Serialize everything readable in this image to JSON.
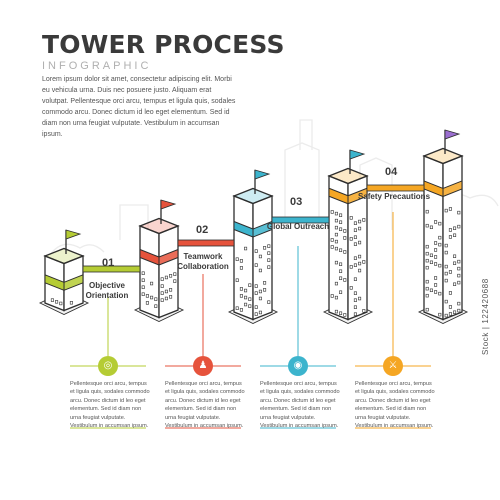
{
  "header": {
    "title": "TOWER PROCESS",
    "subtitle": "INFOGRAPHIC",
    "intro": "Lorem ipsum dolor sit amet, consectetur adipiscing elit. Morbi eu vehicula urna. Duis nec posuere justo. Aliquam erat volutpat. Pellentesque orci arcu, tempus et ligula quis, sodales commodo arcu. Donec dictum id leo eget elementum. Sed id diam non urna feugiat vulputate. Vestibulum in accumsan ipsum."
  },
  "side_text": "Stock | 122420688",
  "steps": [
    {
      "number": "01",
      "label": "Objective Orientation",
      "color": "#b5cc34",
      "icon": "target-icon",
      "description": "Pellentesque orci arcu, tempus et ligula quis, sodales commodo arcu. Donec dictum id leo eget elementum. Sed id diam non urna feugiat vulputate. Vestibulum in accumsan ipsum."
    },
    {
      "number": "02",
      "label": "Teamwork Collaboration",
      "color": "#e6533c",
      "icon": "team-icon",
      "description": "Pellentesque orci arcu, tempus et ligula quis, sodales commodo arcu. Donec dictum id leo eget elementum. Sed id diam non urna feugiat vulputate. Vestibulum in accumsan ipsum."
    },
    {
      "number": "03",
      "label": "Global Outreach",
      "color": "#3cb4cd",
      "icon": "globe-icon",
      "description": "Pellentesque orci arcu, tempus et ligula quis, sodales commodo arcu. Donec dictum id leo eget elementum. Sed id diam non urna feugiat vulputate. Vestibulum in accumsan ipsum."
    },
    {
      "number": "04",
      "label": "Safety Precautions",
      "color": "#f5a623",
      "icon": "shield-icon",
      "description": "Pellentesque orci arcu, tempus et ligula quis, sodales commodo arcu. Donec dictum id leo eget elementum. Sed id diam non urna feugiat vulputate. Vestibulum in accumsan ipsum."
    }
  ],
  "tower_colors": [
    "#b5cc34",
    "#e6533c",
    "#3cb4cd",
    "#f5a623",
    "#f5a623"
  ],
  "flag_colors": [
    "#b5cc34",
    "#e6533c",
    "#3cb4cd",
    "#3cb4cd",
    "#9b6fd0"
  ],
  "stroke_color": "#2e2e2e",
  "skyline_color": "#ececec"
}
